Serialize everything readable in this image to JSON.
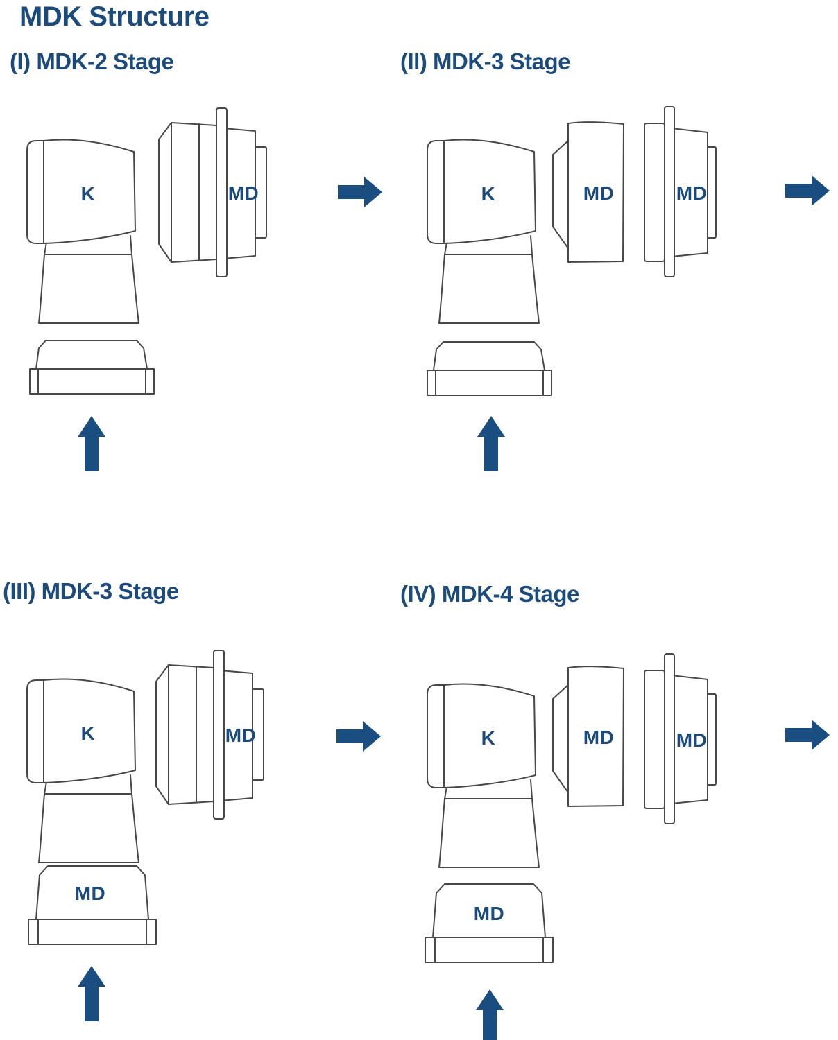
{
  "page": {
    "title": "MDK Structure"
  },
  "colors": {
    "accent_text": "#1b4a7d",
    "arrow": "#1b4e80",
    "line": "#474747",
    "background": "#ffffff"
  },
  "stages": [
    {
      "numeral": "I",
      "heading": "(I) MDK-2 Stage",
      "components": {
        "k": "K",
        "md_flange": "MD"
      }
    },
    {
      "numeral": "II",
      "heading": "(II) MDK-3 Stage",
      "components": {
        "k": "K",
        "md_block": "MD",
        "md_flange": "MD"
      }
    },
    {
      "numeral": "III",
      "heading": "(III) MDK-3 Stage",
      "components": {
        "k": "K",
        "md_flange": "MD",
        "base_md": "MD"
      }
    },
    {
      "numeral": "IV",
      "heading": "(IV) MDK-4 Stage",
      "components": {
        "k": "K",
        "md_block": "MD",
        "md_flange": "MD",
        "base_md": "MD"
      }
    }
  ]
}
